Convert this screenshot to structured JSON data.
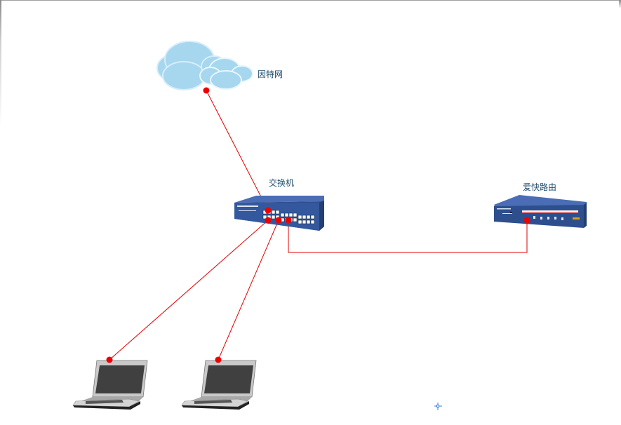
{
  "diagram": {
    "type": "network-topology",
    "nodes": [
      {
        "id": "internet",
        "label": "因特网",
        "kind": "cloud"
      },
      {
        "id": "switch",
        "label": "交换机",
        "kind": "switch"
      },
      {
        "id": "router",
        "label": "爱快路由",
        "kind": "router"
      },
      {
        "id": "laptop1",
        "label": "",
        "kind": "laptop"
      },
      {
        "id": "laptop2",
        "label": "",
        "kind": "laptop"
      }
    ],
    "edges": [
      {
        "from": "internet",
        "to": "switch"
      },
      {
        "from": "switch",
        "to": "laptop1"
      },
      {
        "from": "switch",
        "to": "laptop2"
      },
      {
        "from": "switch",
        "to": "router"
      }
    ],
    "colors": {
      "connector": "#e00000",
      "label": "#1f4e6e",
      "cloud": "#a8d8f0",
      "device_blue": "#2d4f8e"
    }
  }
}
